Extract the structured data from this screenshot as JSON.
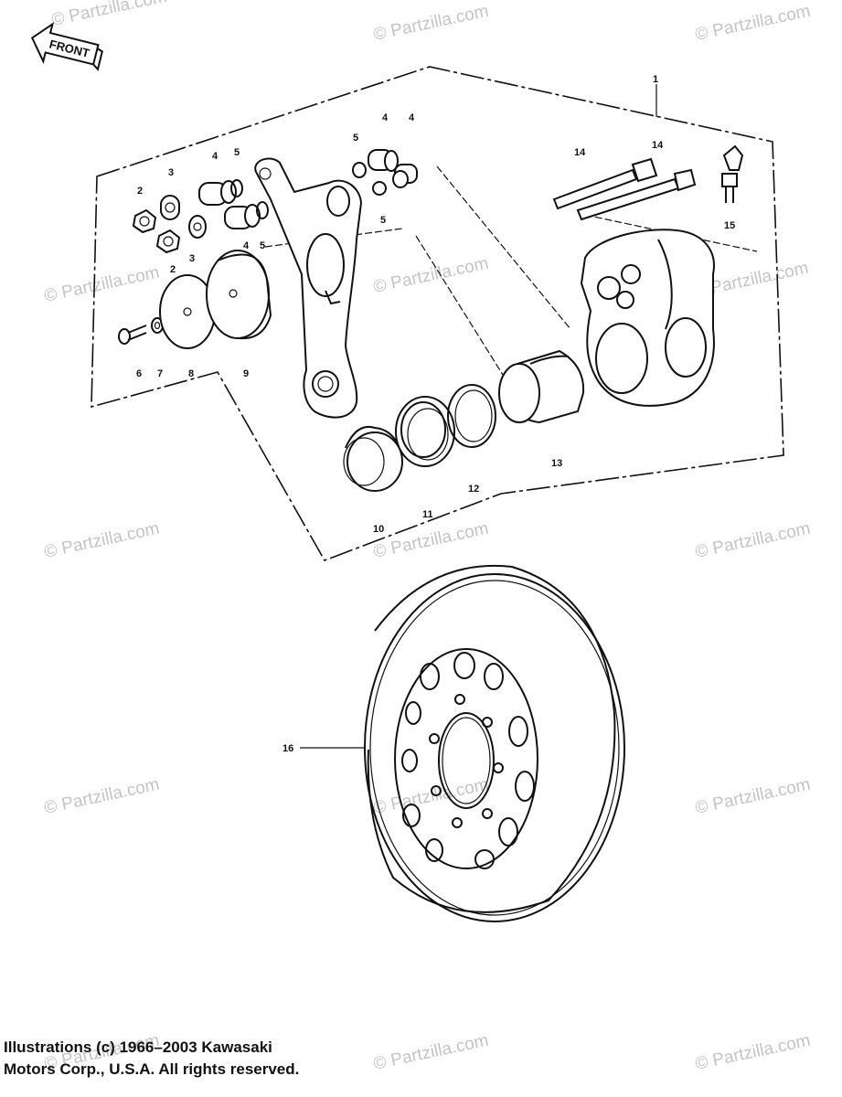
{
  "front_arrow_label": "FRONT",
  "callouts": {
    "p1": "1",
    "p2a": "2",
    "p2b": "2",
    "p3a": "3",
    "p3b": "3",
    "p4a": "4",
    "p4b": "4",
    "p4c": "4",
    "p4d": "4",
    "p5a": "5",
    "p5b": "5",
    "p5c": "5",
    "p5d": "5",
    "p6": "6",
    "p7": "7",
    "p8": "8",
    "p9": "9",
    "p10": "10",
    "p11": "11",
    "p12": "12",
    "p13": "13",
    "p14a": "14",
    "p14b": "14",
    "p15": "15",
    "p16": "16"
  },
  "watermark": "© Partzilla.com",
  "copyright": {
    "line1": "Illustrations (c) 1966–2003 Kawasaki",
    "line2": "Motors Corp., U.S.A.  All rights reserved."
  }
}
